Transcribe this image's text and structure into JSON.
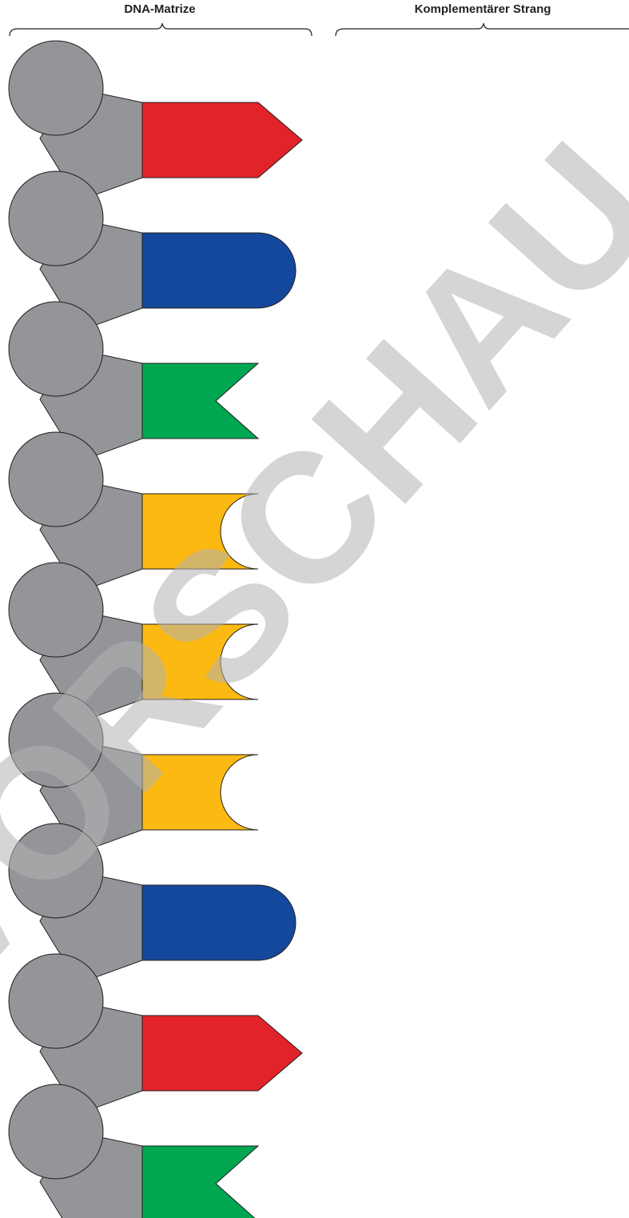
{
  "header": {
    "template_strand_label": "DNA-Matrize",
    "complementary_strand_label": "Komplementärer Strang"
  },
  "watermark": {
    "text": "VORSCHAU",
    "color": "#b3b3b3"
  },
  "colors": {
    "backbone": "#939598",
    "outline": "#231f20",
    "red": "#e2232a",
    "blue": "#14489c",
    "green": "#00a650",
    "yellow": "#fbb912"
  },
  "template_strand": {
    "nucleotides": [
      {
        "shape": "arrow",
        "color_key": "red"
      },
      {
        "shape": "round",
        "color_key": "blue"
      },
      {
        "shape": "notch",
        "color_key": "green"
      },
      {
        "shape": "concave",
        "color_key": "yellow"
      },
      {
        "shape": "concave",
        "color_key": "yellow"
      },
      {
        "shape": "concave",
        "color_key": "yellow"
      },
      {
        "shape": "round",
        "color_key": "blue"
      },
      {
        "shape": "arrow",
        "color_key": "red"
      },
      {
        "shape": "notch",
        "color_key": "green"
      }
    ]
  },
  "complementary_strand": {
    "nucleotides": []
  }
}
